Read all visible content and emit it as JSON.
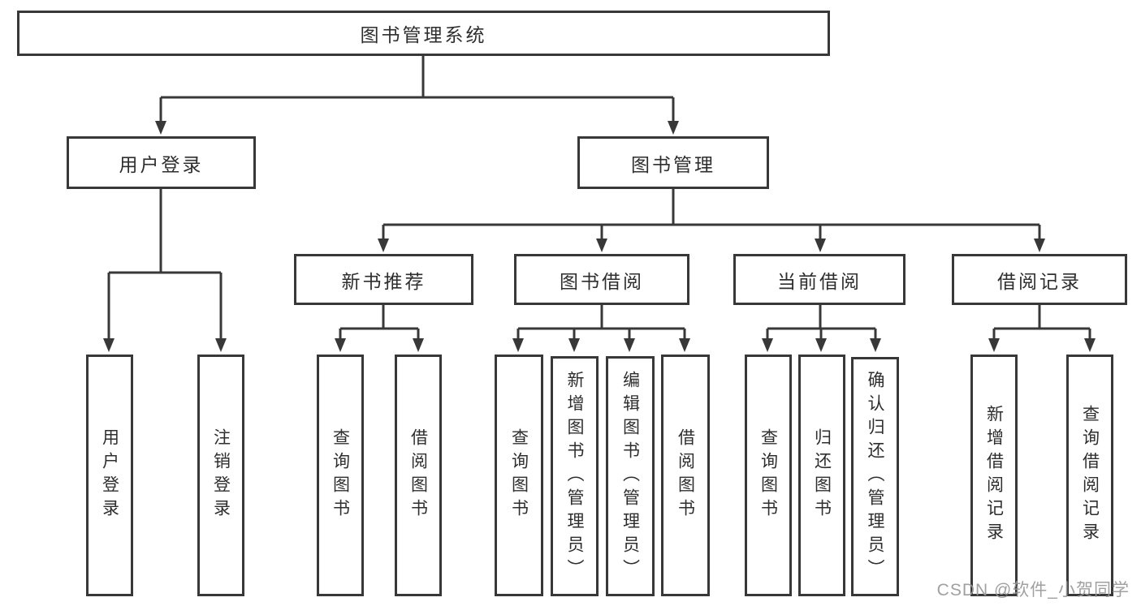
{
  "nodes": {
    "root": "图书管理系统",
    "user_login": "用户登录",
    "book_management": "图书管理",
    "new_book_recommend": "新书推荐",
    "book_borrow": "图书借阅",
    "current_borrow": "当前借阅",
    "borrow_records": "借阅记录"
  },
  "leaves": {
    "user_login": [
      "用户登录",
      "注销登录"
    ],
    "new_book_recommend": [
      "查询图书",
      "借阅图书"
    ],
    "book_borrow": [
      "查询图书",
      "新增图书（管理员）",
      "编辑图书（管理员）",
      "借阅图书"
    ],
    "current_borrow": [
      "查询图书",
      "归还图书",
      "确认归还（管理员）"
    ],
    "borrow_records": [
      "新增借阅记录",
      "查询借阅记录"
    ]
  },
  "watermark": "CSDN @软件_小贺同学",
  "colors": {
    "border": "#383838",
    "text": "#2e2e2e",
    "background": "#ffffff",
    "watermark": "#999999"
  }
}
